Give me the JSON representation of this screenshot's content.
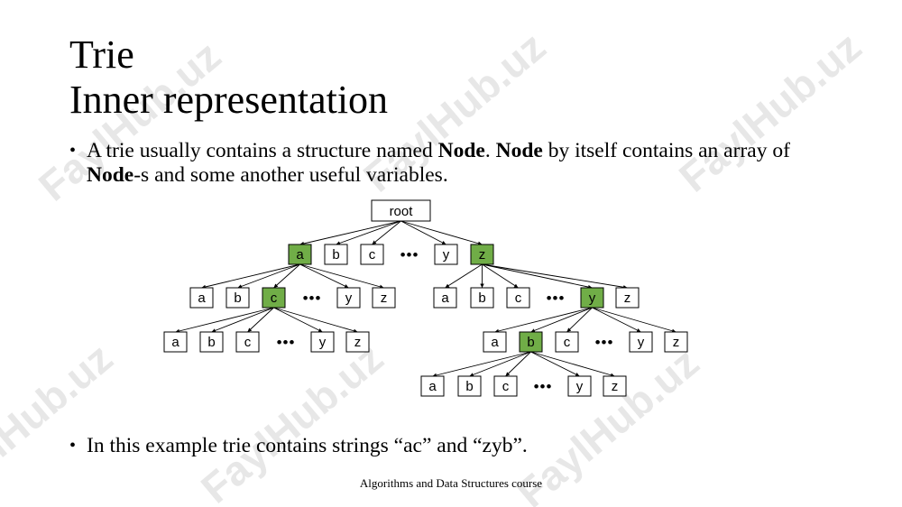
{
  "slide": {
    "title_line1": "Trie",
    "title_line2": "Inner representation",
    "bullet1": {
      "p1": "A trie usually contains a structure named ",
      "b1": "Node",
      "p2": ". ",
      "b2": "Node",
      "p3": " by itself contains an array of ",
      "b3": "Node",
      "p4": "-s and some another useful variables."
    },
    "bullet2": "In this example trie contains strings “ac” and “zyb”.",
    "footer": "Algorithms and Data Structures course",
    "watermark": "FaylHub.uz"
  },
  "diagram": {
    "root_label": "root",
    "ellipsis": "•••",
    "highlight_color": "#70ad47",
    "levels": [
      {
        "id": "level1",
        "labels": [
          "a",
          "b",
          "c",
          "y",
          "z"
        ],
        "highlighted": [
          "a",
          "z"
        ]
      },
      {
        "id": "level2-under-a",
        "labels": [
          "a",
          "b",
          "c",
          "y",
          "z"
        ],
        "highlighted": [
          "c"
        ]
      },
      {
        "id": "level2-under-z",
        "labels": [
          "a",
          "b",
          "c",
          "y",
          "z"
        ],
        "highlighted": [
          "y"
        ]
      },
      {
        "id": "level3-under-c",
        "labels": [
          "a",
          "b",
          "c",
          "y",
          "z"
        ],
        "highlighted": []
      },
      {
        "id": "level3-under-y",
        "labels": [
          "a",
          "b",
          "c",
          "y",
          "z"
        ],
        "highlighted": [
          "b"
        ]
      },
      {
        "id": "level4-under-b",
        "labels": [
          "a",
          "b",
          "c",
          "y",
          "z"
        ],
        "highlighted": []
      }
    ]
  }
}
